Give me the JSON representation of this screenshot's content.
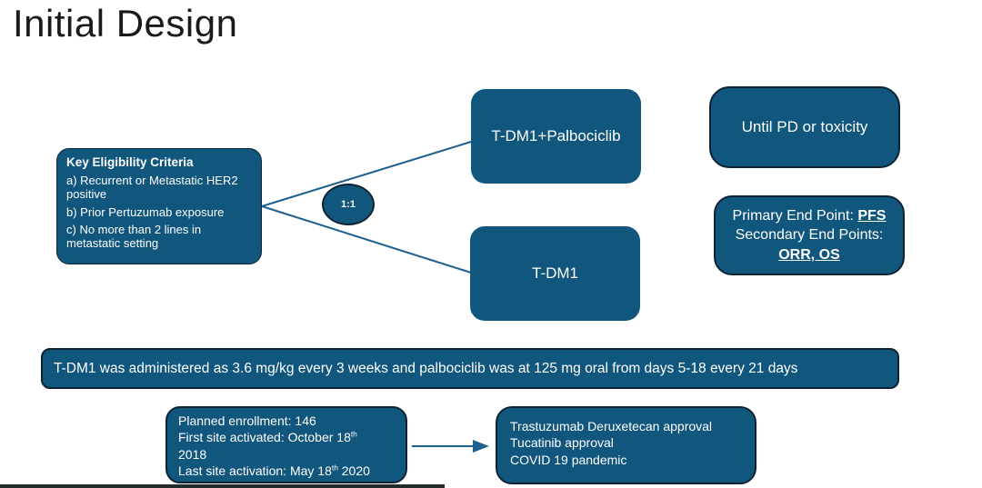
{
  "slide": {
    "title": "Initial Design"
  },
  "colors": {
    "background": "#FFFFFF",
    "title_text": "#1A1A1A",
    "box_fill": "#11567C",
    "box_border": "#0D2333",
    "connector": "#1D6090",
    "text_on_box": "#FFFFFF",
    "bottom_bar": "#222B2B"
  },
  "eligibility": {
    "header": "Key Eligibility Criteria",
    "items": [
      "a) Recurrent or Metastatic HER2 positive",
      "b) Prior Pertuzumab exposure",
      "c) No more than 2 lines in metastatic setting"
    ]
  },
  "randomization": {
    "ratio": "1:1"
  },
  "arms": {
    "arm1": "T-DM1+Palbociclib",
    "arm2": "T-DM1"
  },
  "duration": {
    "label": "Until PD or toxicity"
  },
  "endpoints": {
    "primary_prefix": "Primary End Point: ",
    "primary_value": "PFS",
    "secondary_label": "Secondary End Points:",
    "secondary_value": "ORR, OS"
  },
  "dosing": {
    "text": "T-DM1 was administered as 3.6 mg/kg every 3 weeks and palbociclib was at 125 mg oral from days 5-18 every 21 days"
  },
  "enrollment": {
    "line1": "Planned enrollment: 146",
    "line2_pre": "First site activated: October 18",
    "line2_sup": "th",
    "line3": "2018",
    "line4_pre": "Last site activation: May 18",
    "line4_sup": "th",
    "line4_post": " 2020"
  },
  "delays": {
    "line1": "Trastuzumab Deruxetecan approval",
    "line2": "Tucatinib approval",
    "line3": "COVID 19 pandemic"
  }
}
